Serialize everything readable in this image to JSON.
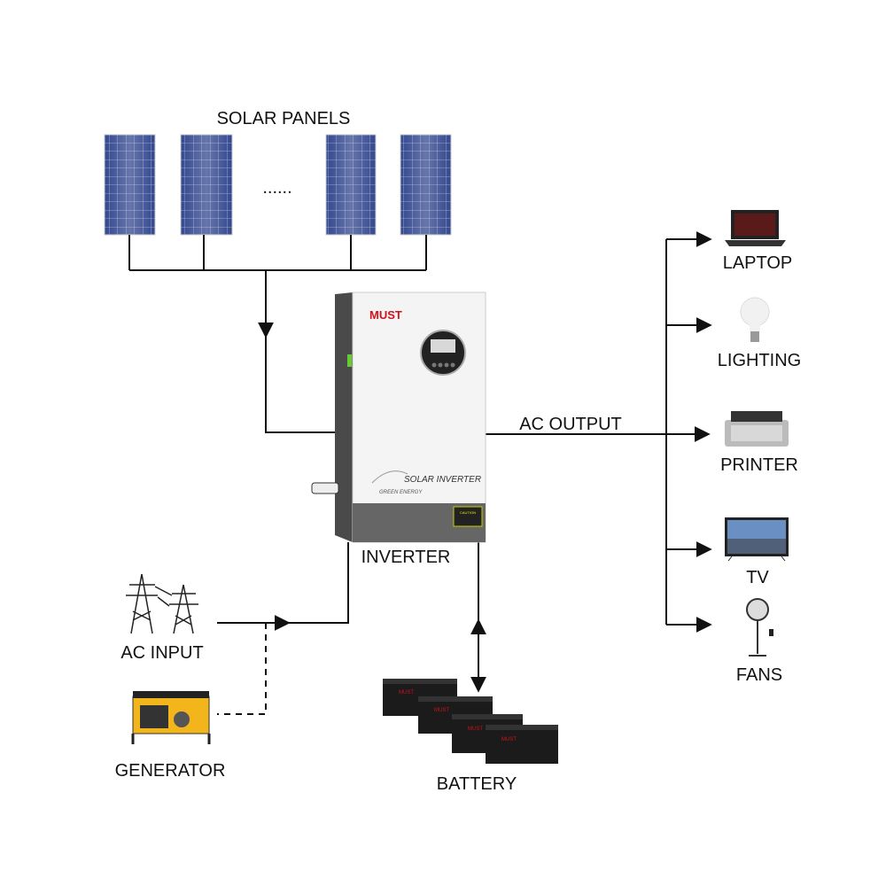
{
  "labels": {
    "solar_panels": "SOLAR PANELS",
    "ellipsis": "......",
    "inverter": "INVERTER",
    "ac_output": "AC OUTPUT",
    "ac_input": "AC INPUT",
    "generator": "GENERATOR",
    "battery": "BATTERY"
  },
  "loads": [
    {
      "label": "LAPTOP",
      "icon": "laptop-icon"
    },
    {
      "label": "LIGHTING",
      "icon": "light-bulb-icon"
    },
    {
      "label": "PRINTER",
      "icon": "printer-icon"
    },
    {
      "label": "TV",
      "icon": "tv-icon"
    },
    {
      "label": "FANS",
      "icon": "fan-icon"
    }
  ],
  "inverter_device": {
    "brand": "MUST",
    "model_text": "SOLAR INVERTER",
    "sub_text": "GREEN ENERGY",
    "caution": "CAUTION"
  },
  "battery_brand": "MUST",
  "colors": {
    "line": "#111111",
    "brand_red": "#d0121b",
    "panel_blue": "#2b3f86",
    "generator_yellow": "#f2b51c"
  }
}
